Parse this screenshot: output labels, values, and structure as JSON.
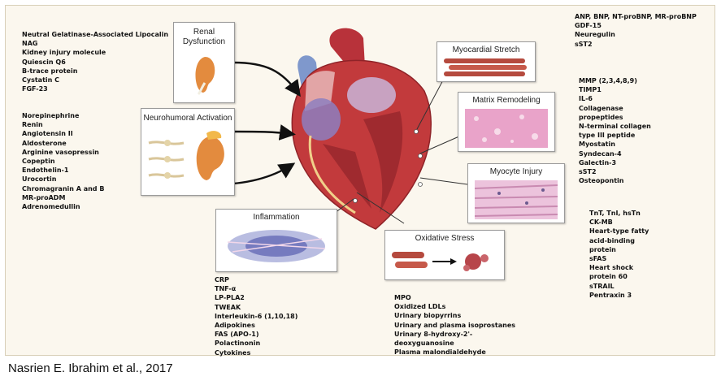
{
  "figure": {
    "boxes": {
      "renal": "Renal\nDysfunction",
      "neuro": "Neurohumoral Activation",
      "stretch": "Myocardial Stretch",
      "matrix": "Matrix Remodeling",
      "injury": "Myocyte Injury",
      "inflammation": "Inflammation",
      "oxidative": "Oxidative Stress"
    },
    "lists": {
      "renal": [
        "Neutral Gelatinase-Associated Lipocalin",
        "NAG",
        "Kidney injury molecule",
        "Quiescin Q6",
        "B-trace protein",
        "Cystatin C",
        "FGF-23"
      ],
      "neuro": [
        "Norepinephrine",
        "Renin",
        "Angiotensin II",
        "Aldosterone",
        "Arginine vasopressin",
        "Copeptin",
        "Endothelin-1",
        "Urocortin",
        "Chromagranin A and B",
        "MR-proADM",
        "Adrenomedullin"
      ],
      "stretch": [
        "ANP, BNP, NT-proBNP, MR-proBNP",
        "GDF-15",
        "Neuregulin",
        "sST2"
      ],
      "matrix": [
        "MMP (2,3,4,8,9)",
        "TIMP1",
        "IL-6",
        "Collagenase",
        "propeptides",
        "N-terminal collagen",
        "type III peptide",
        "Myostatin",
        "Syndecan-4",
        "Galectin-3",
        "sST2",
        "Osteopontin"
      ],
      "injury": [
        "TnT, TnI, hsTn",
        "CK-MB",
        "Heart-type fatty",
        "acid-binding",
        "protein",
        "sFAS",
        "Heart shock",
        "protein 60",
        "sTRAIL",
        "Pentraxin 3"
      ],
      "inflammation": [
        "CRP",
        "TNF-α",
        "LP-PLA2",
        "TWEAK",
        "Interleukin-6 (1,10,18)",
        "Adipokines",
        "FAS (APO-1)",
        "Polactinonin",
        "Cytokines"
      ],
      "oxidative": [
        "MPO",
        "Oxidized LDLs",
        "Urinary biopyrrins",
        "Urinary and plasma isoprostanes",
        "Urinary 8-hydroxy-2'-",
        "deoxyguanosine",
        "Plasma malondialdehyde"
      ]
    }
  },
  "citation": "Nasrien E. Ibrahim et al., 2017",
  "colors": {
    "background": "#fbf7ee",
    "heart_muscle": "#c23a3c",
    "vessel_blue": "#8aa3cf",
    "kidney": "#e38b3e",
    "matrix_pink": "#e9a3c9",
    "inflammation_blue": "#7f86c9"
  }
}
